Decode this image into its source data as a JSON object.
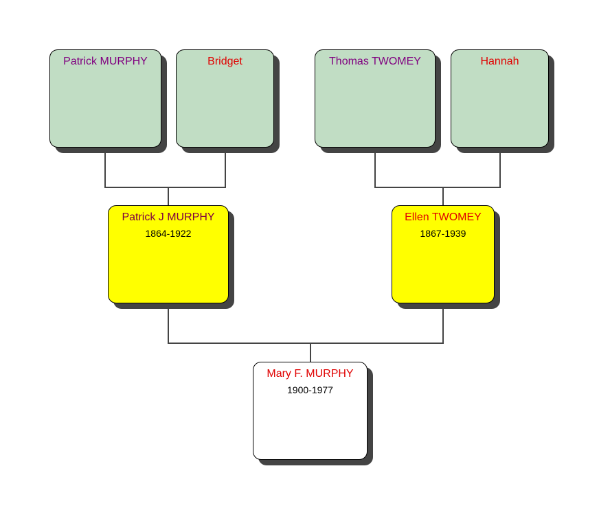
{
  "people": {
    "pat_father": {
      "name": "Patrick MURPHY"
    },
    "pat_mother": {
      "name": "Bridget"
    },
    "ellen_father": {
      "name": "Thomas TWOMEY"
    },
    "ellen_mother": {
      "name": "Hannah"
    },
    "father": {
      "name": "Patrick J MURPHY",
      "dates": "1864-1922"
    },
    "mother": {
      "name": "Ellen TWOMEY",
      "dates": "1867-1939"
    },
    "root": {
      "name": "Mary F. MURPHY",
      "dates": "1900-1977"
    }
  },
  "colors": {
    "male": "#800080",
    "female": "#e00000",
    "grandparent_fill": "#c1ddc4",
    "parent_fill": "#ffff00",
    "root_fill": "#ffffff"
  }
}
